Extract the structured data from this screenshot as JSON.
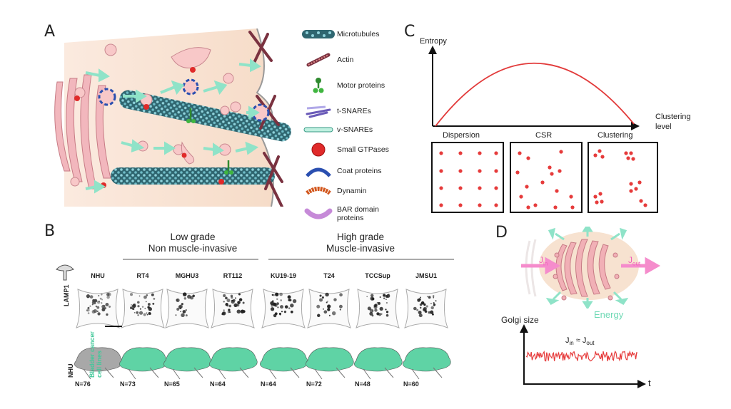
{
  "panels": {
    "a": "A",
    "b": "B",
    "c": "C",
    "d": "D"
  },
  "legend": [
    {
      "label": "Microtubules",
      "icon": "microtubule-icon"
    },
    {
      "label": "Actin",
      "icon": "actin-icon"
    },
    {
      "label": "Motor proteins",
      "icon": "motor-protein-icon"
    },
    {
      "label": "t-SNAREs",
      "icon": "t-snare-icon"
    },
    {
      "label": "v-SNAREs",
      "icon": "v-snare-icon"
    },
    {
      "label": "Small GTPases",
      "icon": "gtpase-icon"
    },
    {
      "label": "Coat proteins",
      "icon": "coat-protein-icon"
    },
    {
      "label": "Dynamin",
      "icon": "dynamin-icon"
    },
    {
      "label": "BAR domain\nproteins",
      "icon": "bar-domain-icon"
    }
  ],
  "panel_c": {
    "y_axis": "Entropy",
    "x_axis": "Clustering\nlevel",
    "boxes": [
      "Dispersion",
      "CSR",
      "Clustering"
    ]
  },
  "panel_b": {
    "group1": "Low grade\nNon muscle-invasive",
    "group2": "High grade\nMuscle-invasive",
    "row1_label": "LAMP1",
    "row2_label_a": "NHU",
    "row2_label_b": "Bladder cancer\ncell lines",
    "cell_lines": [
      "NHU",
      "RT4",
      "MGHU3",
      "RT112",
      "KU19-19",
      "T24",
      "TCCSup",
      "JMSU1"
    ],
    "counts": [
      "N=76",
      "N=73",
      "N=65",
      "N=64",
      "N=64",
      "N=72",
      "N=48",
      "N=60"
    ]
  },
  "panel_d": {
    "j_in": "J",
    "j_in_sub": "in",
    "j_out": "J",
    "j_out_sub": "out",
    "energy": "Energy",
    "y_axis": "Golgi size",
    "x_axis": "t",
    "equation": "J",
    "equation_sub1": "in",
    "equation_mid": " ≈ J",
    "equation_sub2": "out"
  },
  "colors": {
    "red": "#e63b3b",
    "cyan": "#7fe0c3",
    "pink": "#f4a9b8",
    "green": "#6fd6a8",
    "microtubule": "#3f7f8a"
  }
}
